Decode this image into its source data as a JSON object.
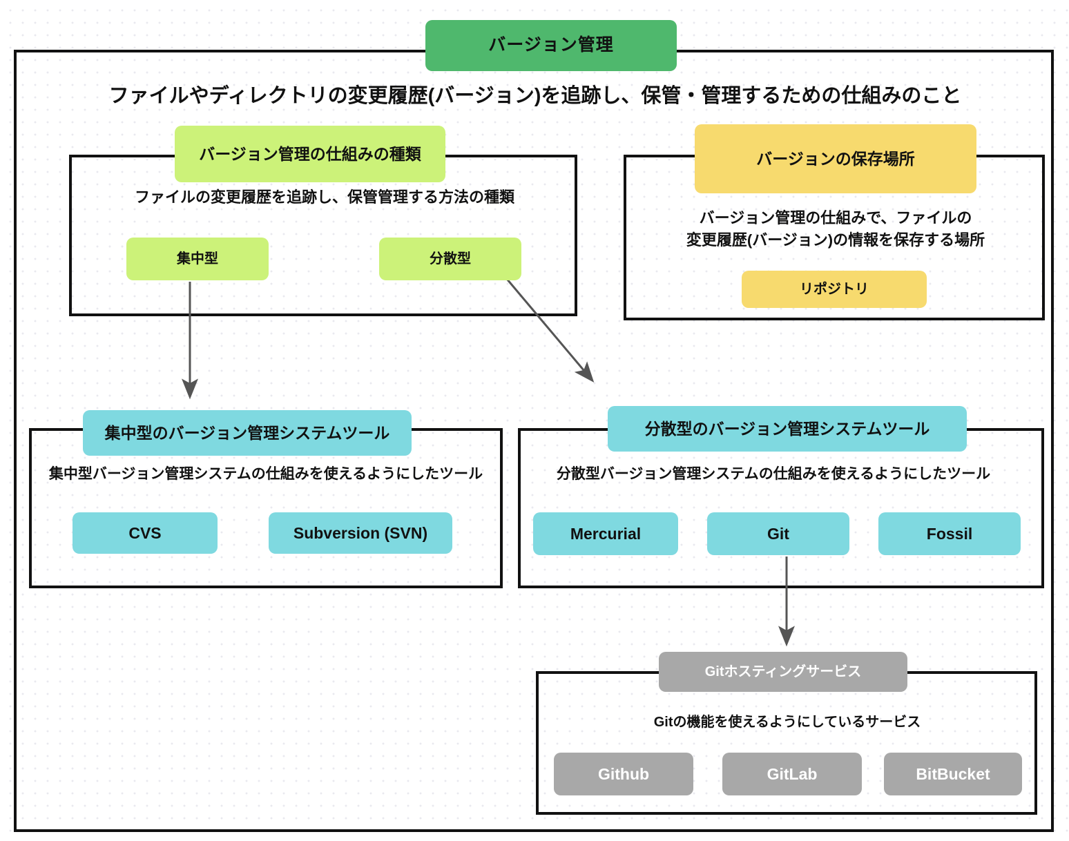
{
  "diagram": {
    "title": "バージョン管理",
    "root_description": "ファイルやディレクトリの変更履歴(バージョン)を追跡し、保管・管理するための仕組みのこと",
    "colors": {
      "root": "#4fb86d",
      "types": "#ccf279",
      "repository": "#f7da6e",
      "tools": "#7fd9e0",
      "hosting": "#a8a8a8",
      "frame": "#111111",
      "arrow": "#555555",
      "background": "#ffffff",
      "grid_dot": "#e9e9ef"
    },
    "sections": {
      "types": {
        "header": "バージョン管理の仕組みの種類",
        "description": "ファイルの変更履歴を追跡し、保管管理する方法の種類",
        "items": [
          {
            "label": "集中型"
          },
          {
            "label": "分散型"
          }
        ]
      },
      "repository": {
        "header": "バージョンの保存場所",
        "description": "バージョン管理の仕組みで、ファイルの\n変更履歴(バージョン)の情報を保存する場所",
        "description_line1": "バージョン管理の仕組みで、ファイルの",
        "description_line2": "変更履歴(バージョン)の情報を保存する場所",
        "items": [
          {
            "label": "リポジトリ"
          }
        ]
      },
      "centralized_tools": {
        "header": "集中型のバージョン管理システムツール",
        "description": "集中型バージョン管理システムの仕組みを使えるようにしたツール",
        "items": [
          {
            "label": "CVS"
          },
          {
            "label": "Subversion (SVN)"
          }
        ]
      },
      "distributed_tools": {
        "header": "分散型のバージョン管理システムツール",
        "description": "分散型バージョン管理システムの仕組みを使えるようにしたツール",
        "items": [
          {
            "label": "Mercurial"
          },
          {
            "label": "Git"
          },
          {
            "label": "Fossil"
          }
        ]
      },
      "git_hosting": {
        "header": "Gitホスティングサービス",
        "description": "Gitの機能を使えるようにしているサービス",
        "items": [
          {
            "label": "Github"
          },
          {
            "label": "GitLab"
          },
          {
            "label": "BitBucket"
          }
        ]
      }
    },
    "connectors": [
      {
        "name": "centralized-to-cvcs",
        "from": "集中型",
        "to": "集中型のバージョン管理システムツール"
      },
      {
        "name": "distributed-to-dvcs",
        "from": "分散型",
        "to": "分散型のバージョン管理システムツール"
      },
      {
        "name": "git-to-hosting",
        "from": "Git",
        "to": "Gitホスティングサービス"
      }
    ]
  }
}
